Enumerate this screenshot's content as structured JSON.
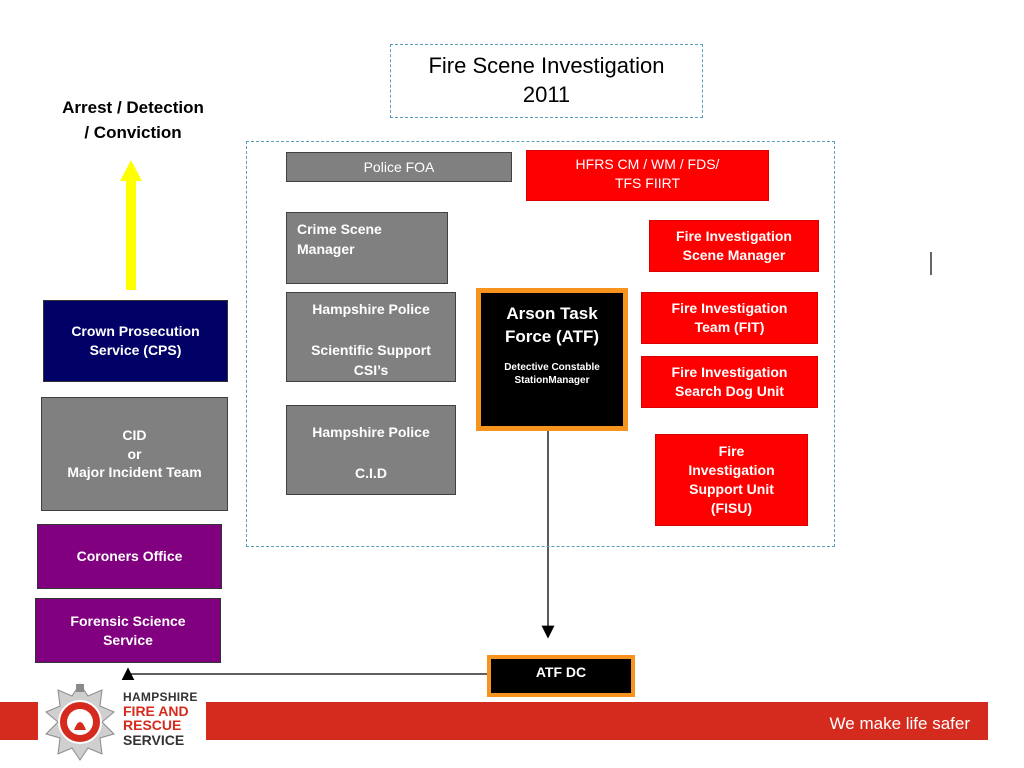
{
  "title": {
    "line1": "Fire Scene Investigation",
    "line2": "2011"
  },
  "outcome_label": "Arrest / Detection\n/ Conviction",
  "left_boxes": {
    "cps": "Crown Prosecution\nService (CPS)",
    "cid": "CID\nor\nMajor Incident Team",
    "coroners": "Coroners Office",
    "forensic": "Forensic Science\nService"
  },
  "police": {
    "foa": "Police FOA",
    "crime_scene_manager": "Crime Scene\nManager",
    "scientific_support": "Hampshire Police\n\nScientific Support\nCSI’s",
    "cid": "Hampshire Police\n\nC.I.D"
  },
  "fire": {
    "hfrs": "HFRS CM / WM / FDS/\nTFS FIIRT",
    "scene_manager": "Fire Investigation\nScene Manager",
    "fit": "Fire Investigation\nTeam (FIT)",
    "search_dog": "Fire Investigation\nSearch Dog Unit",
    "fisu": "Fire\nInvestigation\nSupport Unit\n(FISU)"
  },
  "atf": {
    "title": "Arson Task\nForce (ATF)",
    "subtitle": "Detective Constable\nStationManager",
    "dc": "ATF DC"
  },
  "logo": {
    "line1": "HAMPSHIRE",
    "line2": "FIRE AND",
    "line3": "RESCUE",
    "line4": "SERVICE"
  },
  "footer": {
    "slogan": "We make life safer"
  },
  "colors": {
    "red": "#ff0000",
    "grey": "#808080",
    "navy": "#000066",
    "purple": "#800080",
    "orange": "#f7941d",
    "yellow": "#ffff00",
    "footer_red": "#d52b1e",
    "dashed": "#5aa0b8"
  }
}
